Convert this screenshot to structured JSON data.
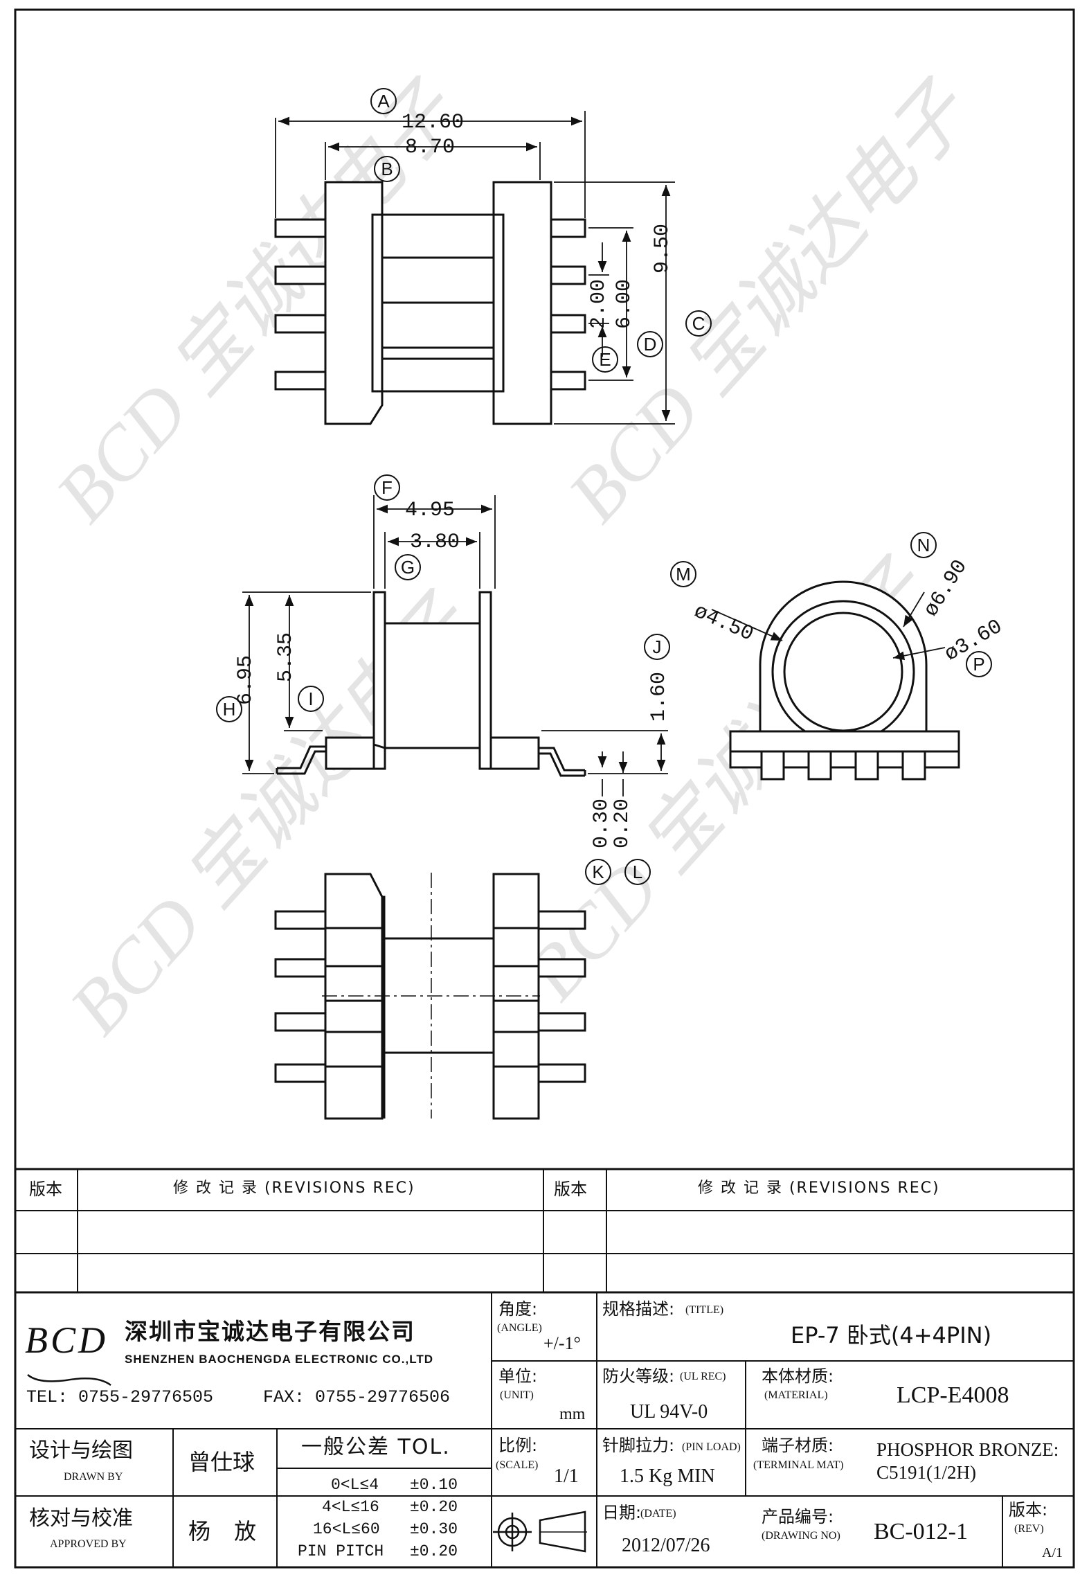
{
  "drawing": {
    "dims_top": {
      "A": "12.60",
      "B": "8.70",
      "C": "9.50",
      "D": "6.00",
      "E": "2.00"
    },
    "dims_side": {
      "F": "4.95",
      "G": "3.80",
      "H": "6.95",
      "I": "5.35",
      "J": "1.60",
      "K": "0.30",
      "L": "0.20"
    },
    "dims_end": {
      "M": "ø4.50",
      "N": "ø6.90",
      "P": "ø3.60"
    },
    "callouts": [
      "A",
      "B",
      "C",
      "D",
      "E",
      "F",
      "G",
      "H",
      "I",
      "J",
      "K",
      "L",
      "M",
      "N",
      "P"
    ],
    "watermark": "BCD 宝诚达"
  },
  "revisions": {
    "left_header_ver": "版本",
    "left_header_rec": "修 改 记 录 (REVISIONS REC)",
    "right_header_ver": "版本",
    "right_header_rec": "修 改 记 录 (REVISIONS REC)"
  },
  "company": {
    "logo": "BCD",
    "name_cn": "深圳市宝诚达电子有限公司",
    "name_en": "SHENZHEN BAOCHENGDA ELECTRONIC CO.,LTD",
    "tel": "TEL: 0755-29776505",
    "fax": "FAX: 0755-29776506"
  },
  "title_block": {
    "angle_label": "角度:",
    "angle_sub": "(ANGLE)",
    "angle_value": "+/-1°",
    "title_label": "规格描述:",
    "title_sub": "(TITLE)",
    "title_value": "EP-7 卧式(4+4PIN)",
    "unit_label": "单位:",
    "unit_sub": "(UNIT)",
    "unit_value": "mm",
    "ul_label": "防火等级:",
    "ul_sub": "(UL REC)",
    "ul_value": "UL 94V-0",
    "material_label": "本体材质:",
    "material_sub": "(MATERIAL)",
    "material_value": "LCP-E4008",
    "drawn_label": "设计与绘图",
    "drawn_sub": "DRAWN BY",
    "drawn_value": "曾仕球",
    "tol_title": "一般公差 TOL.",
    "tol_rows": [
      {
        "range": "0<L≤4",
        "tol": "±0.10"
      },
      {
        "range": "4<L≤16",
        "tol": "±0.20"
      },
      {
        "range": "16<L≤60",
        "tol": "±0.30"
      },
      {
        "range": "PIN PITCH",
        "tol": "±0.20"
      }
    ],
    "scale_label": "比例:",
    "scale_sub": "(SCALE)",
    "scale_value": "1/1",
    "pin_label": "针脚拉力:",
    "pin_sub": "(PIN LOAD)",
    "pin_value": "1.5 Kg MIN",
    "terminal_label": "端子材质:",
    "terminal_sub": "(TERMINAL MAT)",
    "terminal_value_1": "PHOSPHOR BRONZE:",
    "terminal_value_2": "C5191(1/2H)",
    "approved_label": "核对与校准",
    "approved_sub": "APPROVED BY",
    "approved_value": "杨 放",
    "date_label": "日期:",
    "date_sub": "(DATE)",
    "date_value": "2012/07/26",
    "drawing_no_label": "产品编号:",
    "drawing_no_sub": "(DRAWING NO)",
    "drawing_no_value": "BC-012-1",
    "rev_label": "版本:",
    "rev_sub": "(REV)",
    "rev_value": "A/1"
  }
}
